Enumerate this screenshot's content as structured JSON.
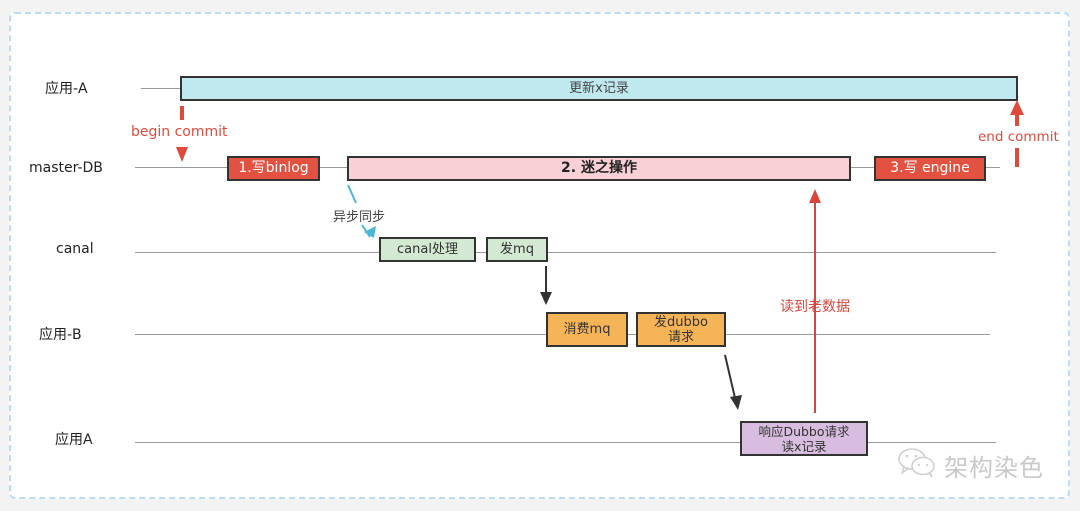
{
  "lanes": [
    {
      "id": "app-a",
      "label": "应用-A"
    },
    {
      "id": "master-db",
      "label": "master-DB"
    },
    {
      "id": "canal",
      "label": "canal"
    },
    {
      "id": "app-b",
      "label": "应用-B"
    },
    {
      "id": "app-a2",
      "label": "应用A"
    }
  ],
  "boxes": {
    "update_record": "更新x记录",
    "write_binlog": "1.写binlog",
    "mystery_op": "2. 迷之操作",
    "write_engine": "3.写 engine",
    "canal_process": "canal处理",
    "send_mq": "发mq",
    "consume_mq": "消费mq",
    "send_dubbo_line1": "发dubbo",
    "send_dubbo_line2": "请求",
    "respond_dubbo_line1": "响应Dubbo请求",
    "respond_dubbo_line2": "读x记录"
  },
  "annotations": {
    "begin_commit": "begin commit",
    "end_commit": "end commit",
    "async_sync": "异步同步",
    "read_old_data": "读到老数据"
  },
  "watermark": {
    "icon": "wechat-icon",
    "text": "架构染色"
  },
  "colors": {
    "red_accent": "#e04a3b",
    "arrow_blue": "#4cb8d6",
    "app_box": "#bfe8ef",
    "db_red_box": "#e35240",
    "db_pink_box": "#f8d0d5",
    "canal_box": "#d3e9d1",
    "appb_box": "#f5b456",
    "appa2_box": "#d9bde0"
  }
}
